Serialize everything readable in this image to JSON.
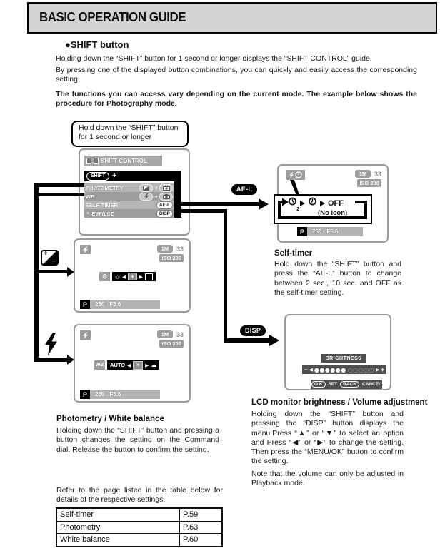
{
  "header": {
    "title": "BASIC OPERATION GUIDE"
  },
  "intro": {
    "heading": "●SHIFT button",
    "para1": "Holding down the “SHIFT” button for 1 second or longer displays the “SHIFT CONTROL” guide.",
    "para2": "By pressing one of the displayed button combinations, you can quickly and easily access the corresponding setting.",
    "para3": "The functions you can access vary depending on the current mode. The example below shows the procedure for Photography mode."
  },
  "callout": {
    "line1": "Hold down the “SHIFT” button",
    "line2": "for 1 second or longer"
  },
  "shift_screen": {
    "title": "SHIFT CONTROL",
    "shift": "SHIFT",
    "plus": "+",
    "rows": [
      {
        "label": "PHOTOMETRY"
      },
      {
        "label": "WB"
      },
      {
        "label": "SELF-TIMER",
        "button": "AE-L"
      },
      {
        "label": "EVF/LCD",
        "button": "DISP"
      }
    ]
  },
  "osd": {
    "quality": "1M",
    "frames": "33",
    "iso": "ISO 200",
    "mode": "P",
    "shutter": "250",
    "aperture": "F5.6"
  },
  "icons": {
    "sun": "☀",
    "cloud": "☁",
    "left": "◀",
    "right": "▶",
    "multi_dim": "◎",
    "spot_plus": "+",
    "photometry_mode": "⊙",
    "average_box": ""
  },
  "wb_screen": {
    "wb": "WB",
    "auto": "AUTO"
  },
  "selftimer_screen": {
    "off": "OFF",
    "no_icon": "(No icon)",
    "two": "2"
  },
  "buttons": {
    "ael": "AE-L",
    "disp": "DISP"
  },
  "brightness_screen": {
    "title": "BRIGHTNESS",
    "minus": "−",
    "plus": "+",
    "filled_dots": "●●●●●●",
    "empty_dots": "○○○○○",
    "ok": "O K",
    "set": "SET",
    "back": "BACK",
    "cancel": "CANCEL"
  },
  "selftimer_section": {
    "heading": "Self-timer",
    "body": "Hold down the “SHIFT” button and press the “AE-L” button to change between 2 sec., 10 sec. and OFF as the self-timer setting."
  },
  "photometry_section": {
    "heading": "Photometry / White balance",
    "body": "Holding down the “SHIFT” button and pressing a button changes the setting on the Command dial. Release the button to confirm the setting."
  },
  "lcd_section": {
    "heading": "LCD monitor brightness / Volume adjustment",
    "body1": "Holding down the “SHIFT” button and pressing the “DISP” button displays the menu.Press “▲” or “▼” to select an option and Press “◀” or “▶” to change the setting. Then press the “MENU/OK” button to confirm the setting.",
    "body2": "Note that the volume can only be adjusted in Playback mode."
  },
  "table": {
    "note": "Refer to the page listed in the table below for details of the respective settings.",
    "rows": [
      {
        "label": "Self-timer",
        "page": "P.59"
      },
      {
        "label": "Photometry",
        "page": "P.63"
      },
      {
        "label": "White balance",
        "page": "P.60"
      }
    ]
  }
}
